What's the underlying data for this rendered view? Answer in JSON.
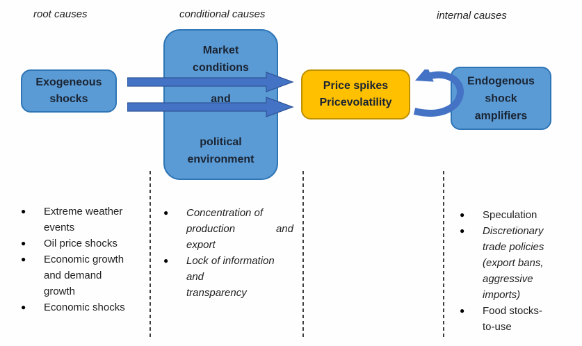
{
  "column_labels": {
    "root": "root causes",
    "conditional": "conditional causes",
    "internal": "internal causes"
  },
  "boxes": {
    "exogeneous_shocks": {
      "line1": "Exogeneous",
      "line2": "shocks"
    },
    "market_conditions": {
      "line1": "Market",
      "line2": "conditions",
      "line3": "and",
      "line4": "political",
      "line5": "environment"
    },
    "price_spikes": {
      "line1": "Price spikes",
      "line2": "Pricevolatility"
    },
    "endogenous_amplifiers": {
      "line1": "Endogenous",
      "line2": "shock",
      "line3": "amplifiers"
    }
  },
  "bullet_char": "●",
  "lists": {
    "root_causes": {
      "items": [
        {
          "emphasis": false,
          "lines": [
            "Extreme weather",
            "events"
          ]
        },
        {
          "emphasis": false,
          "lines": [
            "Oil price shocks"
          ]
        },
        {
          "emphasis": false,
          "lines": [
            "Economic growth",
            "and demand",
            "growth"
          ]
        },
        {
          "emphasis": false,
          "lines": [
            "Economic shocks"
          ]
        }
      ]
    },
    "conditional_causes": {
      "items": [
        {
          "emphasis": true,
          "lines": [
            "Concentration of",
            {
              "left": "production",
              "right": "and"
            },
            "export"
          ]
        },
        {
          "emphasis": true,
          "lines": [
            "Lock of information",
            "and",
            "transparency"
          ]
        }
      ]
    },
    "internal_causes": {
      "items": [
        {
          "emphasis": false,
          "lines": [
            "Speculation"
          ]
        },
        {
          "emphasis": true,
          "lines": [
            "Discretionary",
            "trade policies",
            "(export bans,",
            "aggressive",
            "imports)"
          ]
        },
        {
          "emphasis": false,
          "lines": [
            "Food stocks-",
            "to-use"
          ]
        }
      ]
    }
  },
  "colors": {
    "box_blue": "#5B9BD5",
    "box_blue_border": "#2E75B6",
    "arrow_blue": "#4472C4",
    "arrow_blue_border": "#2F5597",
    "box_orange": "#FFC000",
    "box_orange_border": "#BF9000",
    "text_dark": "#1A2433",
    "list_text": "#1F1F1F",
    "divider": "#3F3F3F"
  }
}
